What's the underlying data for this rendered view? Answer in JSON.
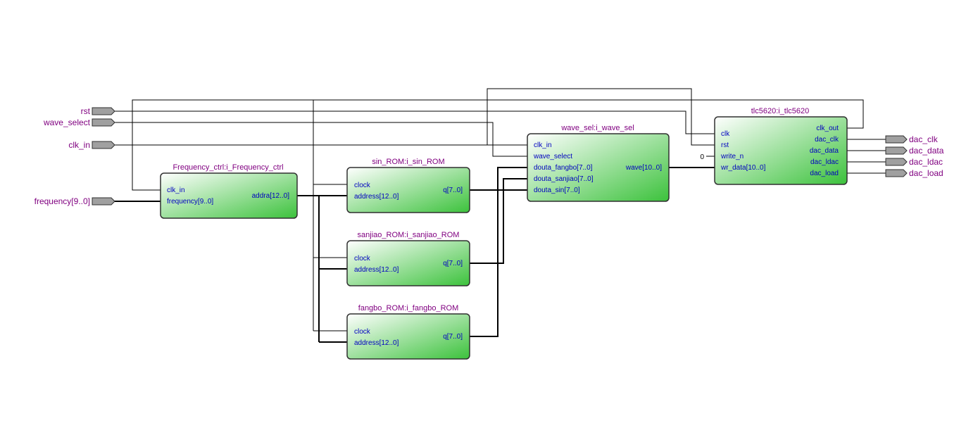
{
  "colors": {
    "block_start": "#ffffff",
    "block_end": "#3cc23c",
    "block_border": "#303030",
    "pin_fill": "#a0a0a0",
    "title_text": "#800080",
    "port_text": "#0000c0"
  },
  "inputs": {
    "rst": "rst",
    "wave_select": "wave_select",
    "clk_in": "clk_in",
    "frequency": "frequency[9..0]"
  },
  "outputs": {
    "dac_clk": "dac_clk",
    "dac_data": "dac_data",
    "dac_ldac": "dac_ldac",
    "dac_load": "dac_load"
  },
  "blocks": {
    "freq": {
      "title": "Frequency_ctrl:i_Frequency_ctrl",
      "clk_in": "clk_in",
      "frequency": "frequency[9..0]",
      "addra": "addra[12..0]"
    },
    "sin": {
      "title": "sin_ROM:i_sin_ROM",
      "clock": "clock",
      "address": "address[12..0]",
      "q": "q[7..0]"
    },
    "sanjiao": {
      "title": "sanjiao_ROM:i_sanjiao_ROM",
      "clock": "clock",
      "address": "address[12..0]",
      "q": "q[7..0]"
    },
    "fangbo": {
      "title": "fangbo_ROM:i_fangbo_ROM",
      "clock": "clock",
      "address": "address[12..0]",
      "q": "q[7..0]"
    },
    "wave_sel": {
      "title": "wave_sel:i_wave_sel",
      "clk_in": "clk_in",
      "wave_select": "wave_select",
      "douta_fangbo": "douta_fangbo[7..0]",
      "douta_sanjiao": "douta_sanjiao[7..0]",
      "douta_sin": "douta_sin[7..0]",
      "wave": "wave[10..0]"
    },
    "tlc": {
      "title": "tlc5620:i_tlc5620",
      "clk": "clk",
      "rst": "rst",
      "write_n": "write_n",
      "wr_data": "wr_data[10..0]",
      "clk_out": "clk_out",
      "dac_clk": "dac_clk",
      "dac_data": "dac_data",
      "dac_ldac": "dac_ldac",
      "dac_load": "dac_load",
      "const_zero": "0"
    }
  }
}
